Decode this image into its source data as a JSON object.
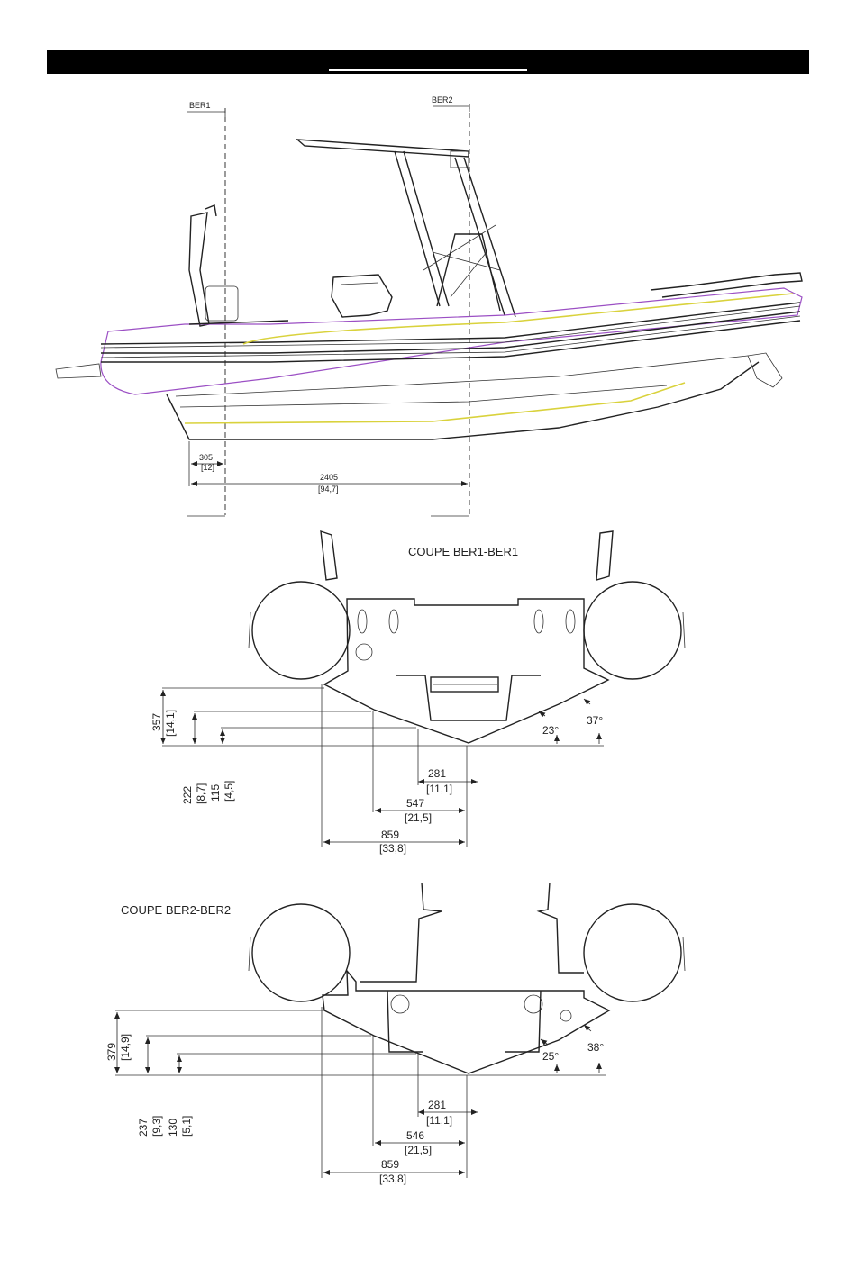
{
  "side_view": {
    "section_marks": {
      "ber1": "BER1",
      "ber2": "BER2"
    },
    "dims": [
      {
        "value": "305",
        "inch": "[12]"
      },
      {
        "value": "2405",
        "inch": "[94,7]"
      }
    ]
  },
  "section1": {
    "title": "COUPE  BER1-BER1",
    "angles": [
      "23°",
      "37°"
    ],
    "vertical_dims": [
      {
        "value": "357",
        "inch": "[14,1]"
      },
      {
        "value": "222",
        "inch": "[8,7]"
      },
      {
        "value": "115",
        "inch": "[4,5]"
      }
    ],
    "horizontal_dims": [
      {
        "value": "281",
        "inch": "[11,1]"
      },
      {
        "value": "547",
        "inch": "[21,5]"
      },
      {
        "value": "859",
        "inch": "[33,8]"
      }
    ]
  },
  "section2": {
    "title": "COUPE  BER2-BER2",
    "angles": [
      "25°",
      "38°"
    ],
    "vertical_dims": [
      {
        "value": "379",
        "inch": "[14,9]"
      },
      {
        "value": "237",
        "inch": "[9,3]"
      },
      {
        "value": "130",
        "inch": "[5,1]"
      }
    ],
    "horizontal_dims": [
      {
        "value": "281",
        "inch": "[11,1]"
      },
      {
        "value": "546",
        "inch": "[21,5]"
      },
      {
        "value": "859",
        "inch": "[33,8]"
      }
    ]
  },
  "colors": {
    "header": "#000000",
    "line": "#222222",
    "purple": "#9b4fc4",
    "yellow": "#d9d23c"
  }
}
